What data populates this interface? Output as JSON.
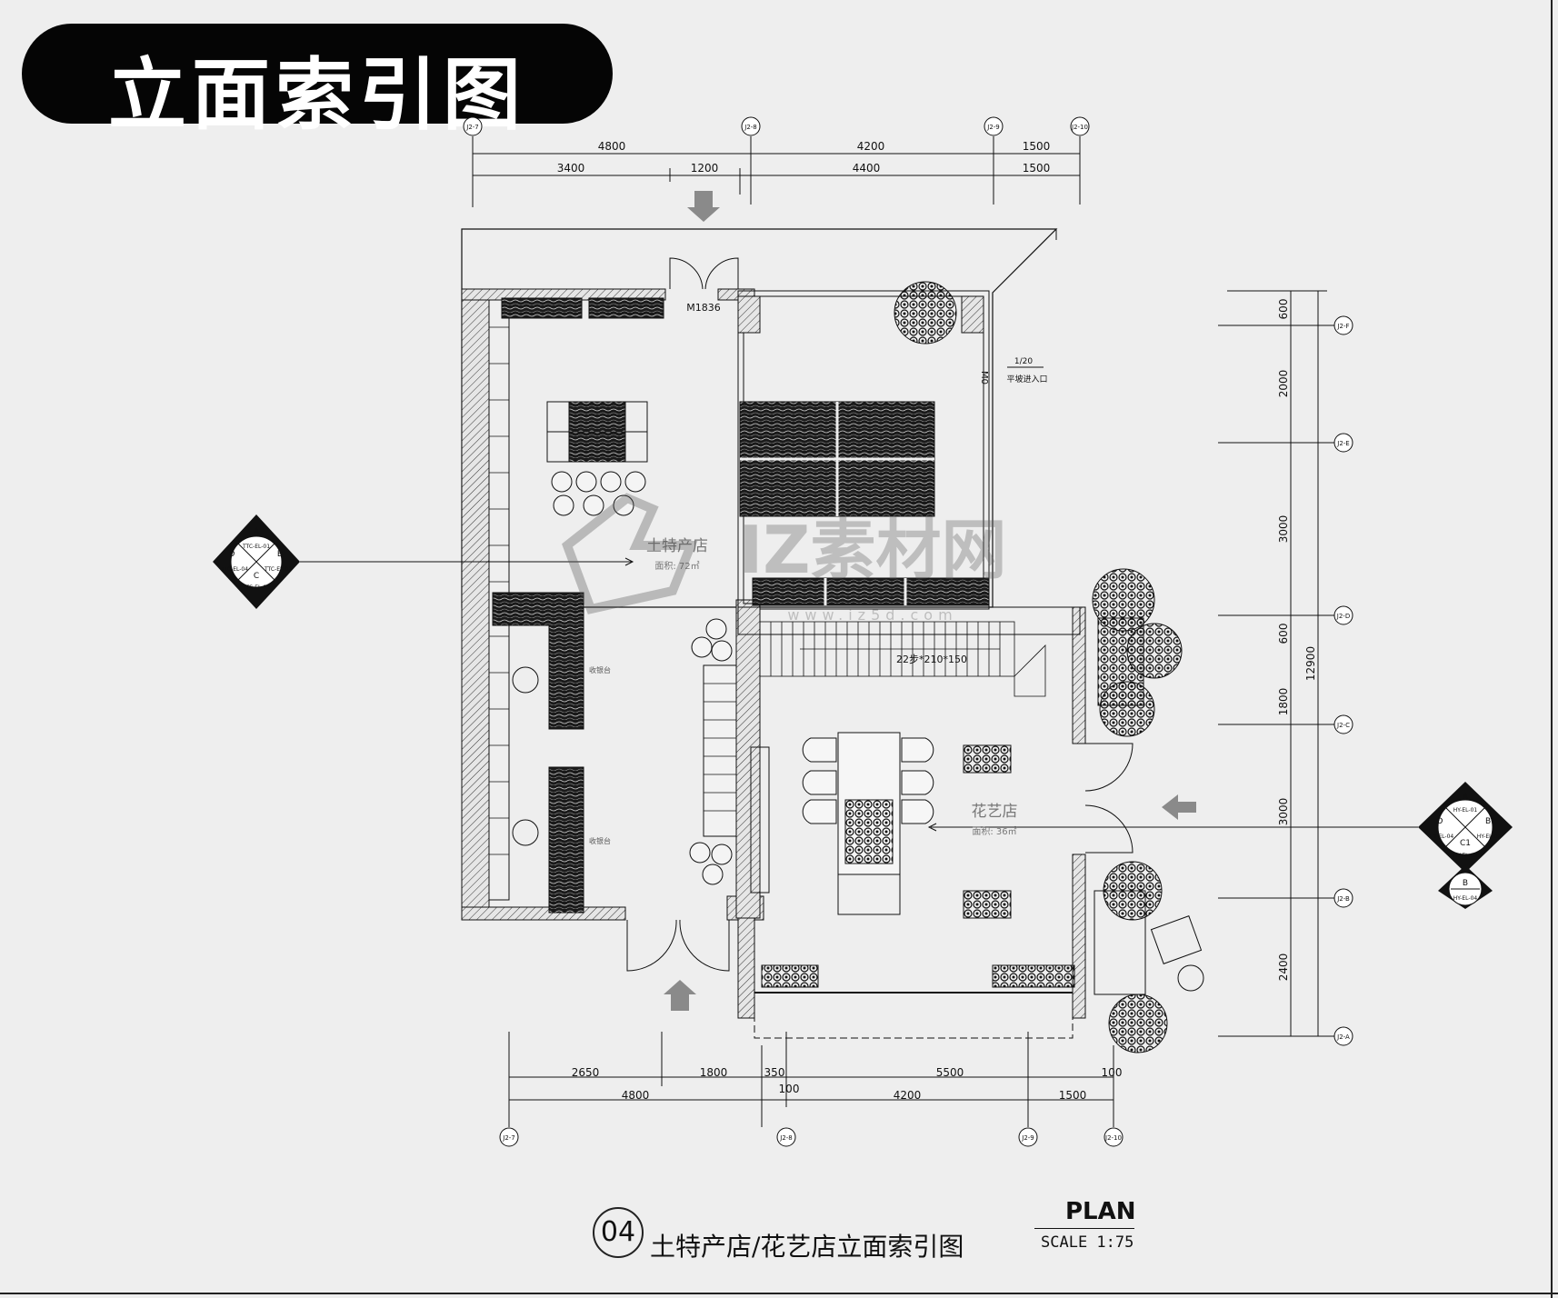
{
  "header": {
    "title": "立面索引图"
  },
  "dims": {
    "top_outer": [
      "4800",
      "4200",
      "1500"
    ],
    "top_inner": [
      "3400",
      "1200",
      "4400",
      "1500"
    ],
    "bottom_inner": [
      "2650",
      "1800",
      "350",
      "5500",
      "100"
    ],
    "bottom_sub": "100",
    "bottom_outer": [
      "4800",
      "4200",
      "1500"
    ],
    "right": [
      "600",
      "2000",
      "3000",
      "600",
      "1800",
      "3000",
      "2400"
    ],
    "right_total": "12900"
  },
  "axes": {
    "top": [
      "J2-7",
      "J2-8",
      "J2-9",
      "J2-10"
    ],
    "bottom": [
      "J2-7",
      "J2-8",
      "J2-9",
      "J2-10"
    ],
    "right": [
      "J2-F",
      "J2-E",
      "J2-D",
      "J2-C",
      "J2-B",
      "J2-A"
    ]
  },
  "labels": {
    "door": "M1836",
    "m0": "M0",
    "ramp_slope": "1/20",
    "ramp": "平坡进入口",
    "stair": "22步*210*150",
    "shop1": "土特产店",
    "shop1_area": "面积: 72㎡",
    "shop2": "花艺店",
    "shop2_area": "面积: 36㎡",
    "counter": "收银台"
  },
  "index_left": {
    "a": "A",
    "b": "B",
    "c": "C",
    "d": "D",
    "code_a": "TTC-EL-01",
    "code_b": "TTC-EL-02",
    "code_c": "TTC-EL-03",
    "code_d": "TTC-EL-04"
  },
  "index_right": {
    "a": "A",
    "b": "B1",
    "c": "C1",
    "d": "D",
    "b2": "B",
    "code_a": "HY-EL-01",
    "code_b": "HY-EL-02",
    "code_c": "HY-EL-03",
    "code_d": "HY-EL-04",
    "code_b2": "HY-EL-04"
  },
  "watermark": {
    "text": "IZ素材网",
    "url": "www.iz5d.com"
  },
  "footer": {
    "number": "04",
    "title": "土特产店/花艺店立面索引图",
    "plan": "PLAN",
    "scale": "SCALE 1:75"
  },
  "colors": {
    "paper": "#eeeeee",
    "ink": "#111111",
    "banner": "#050505",
    "arrow": "#8a8a8a"
  }
}
